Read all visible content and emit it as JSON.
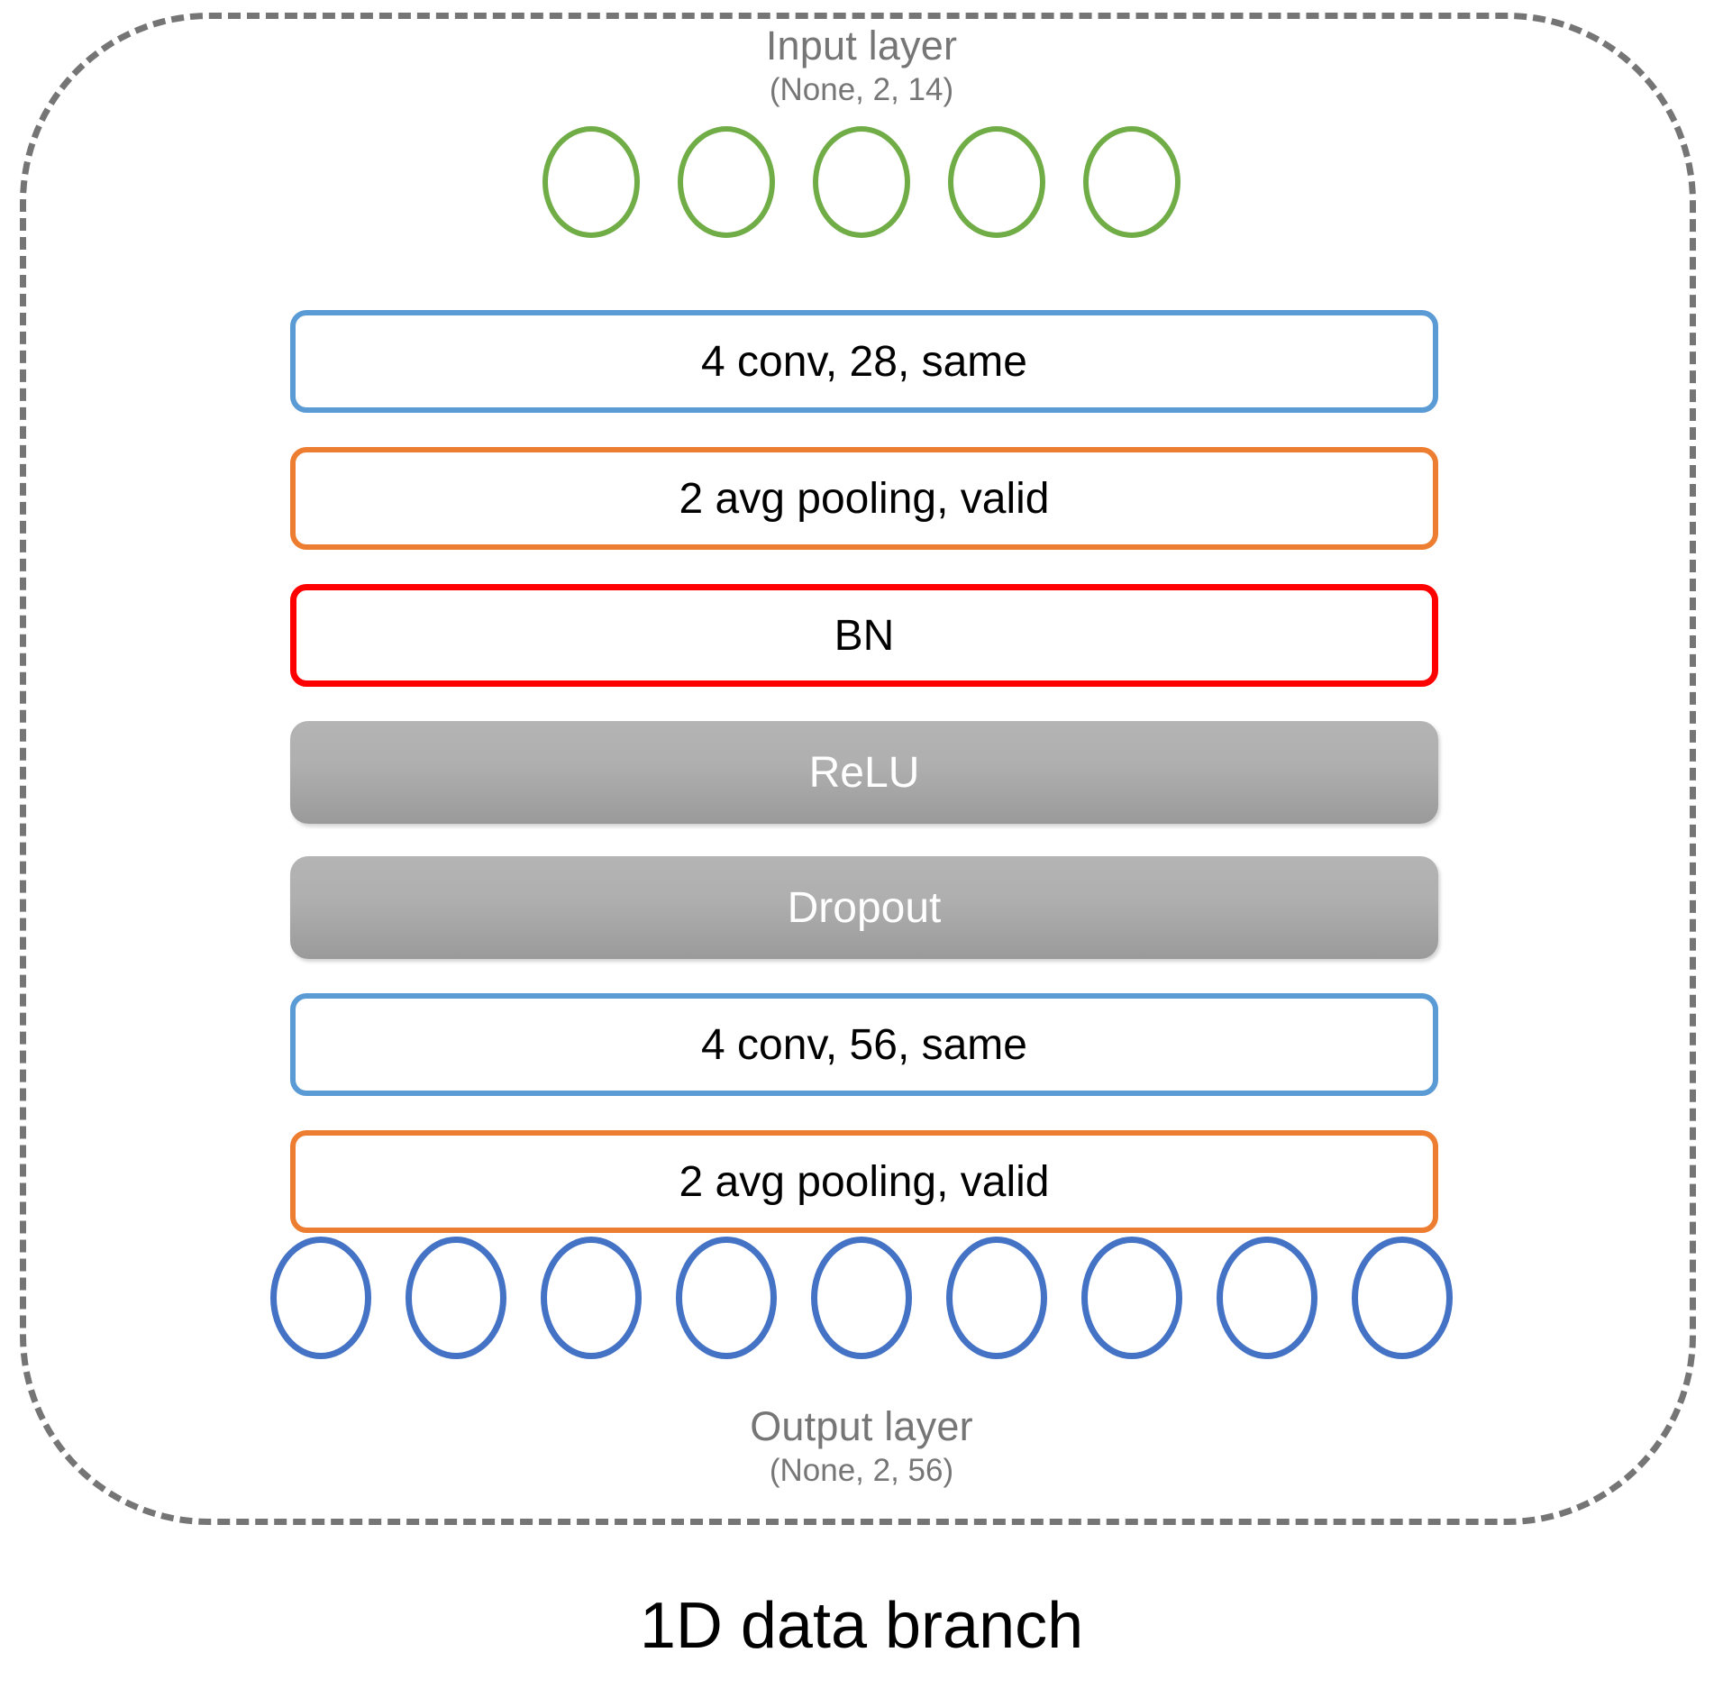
{
  "figure": {
    "caption": "1D data branch",
    "border_color": "#757575"
  },
  "input_layer": {
    "title": "Input layer",
    "shape": "(None, 2, 14)",
    "neuron_count": 5,
    "neuron_color": "#70AD47"
  },
  "output_layer": {
    "title": "Output layer",
    "shape": "(None, 2, 56)",
    "neuron_count": 9,
    "neuron_color": "#4472C4"
  },
  "layers": [
    {
      "label": "4 conv, 28, same",
      "kind": "conv",
      "color": "#5B9BD5"
    },
    {
      "label": "2 avg pooling, valid",
      "kind": "pool",
      "color": "#ED7D31"
    },
    {
      "label": "BN",
      "kind": "bn",
      "color": "#FF0000"
    },
    {
      "label": "ReLU",
      "kind": "act",
      "color": "#A6A6A6"
    },
    {
      "label": "Dropout",
      "kind": "act",
      "color": "#A6A6A6"
    },
    {
      "label": "4 conv, 56, same",
      "kind": "conv",
      "color": "#5B9BD5"
    },
    {
      "label": "2 avg pooling, valid",
      "kind": "pool",
      "color": "#ED7D31"
    }
  ]
}
